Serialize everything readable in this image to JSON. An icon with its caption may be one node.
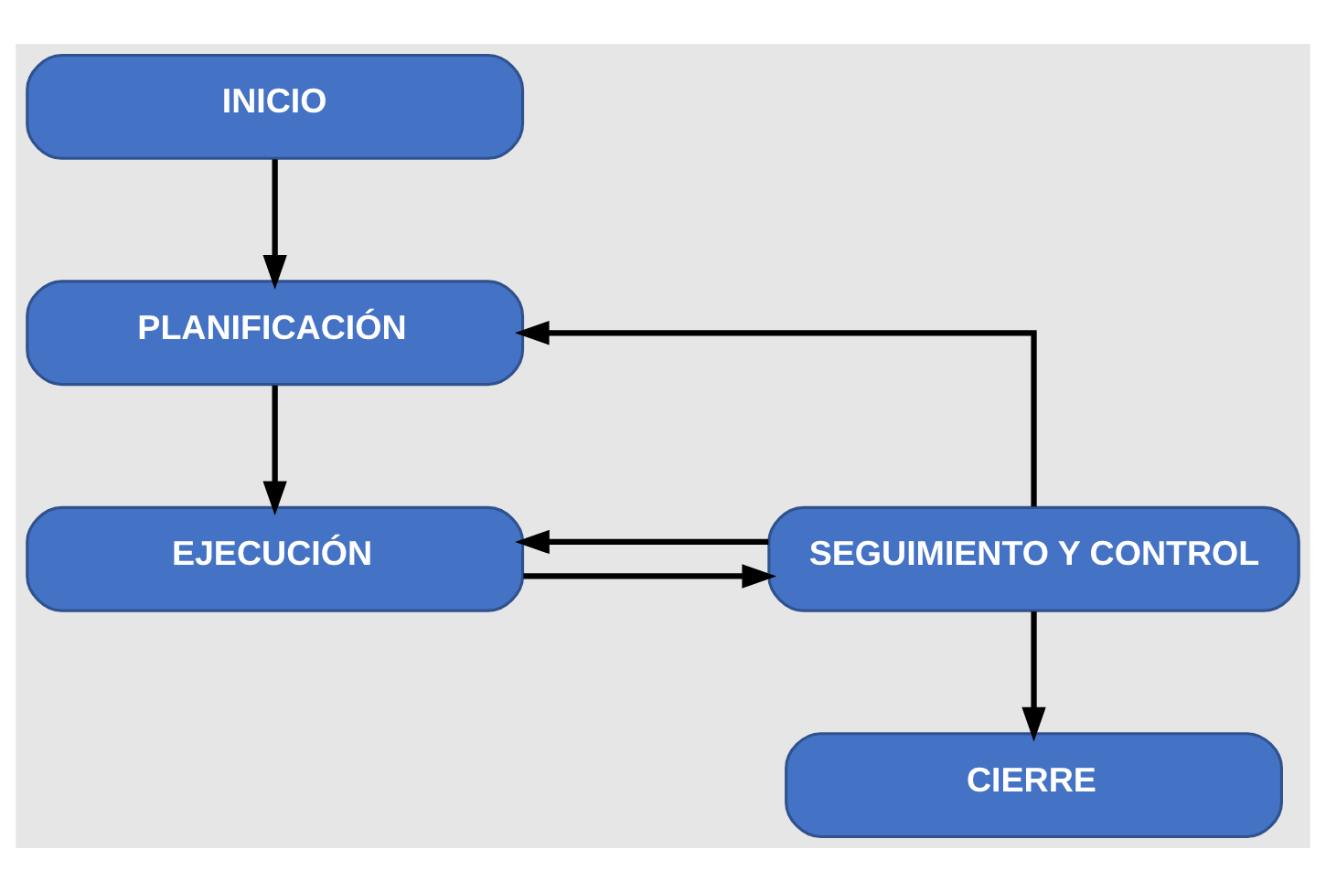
{
  "diagram": {
    "nodes": [
      {
        "text": [
          "INICIO"
        ]
      },
      {
        "text": [
          "PLANIFICACIÓN"
        ]
      },
      {
        "text": [
          "SEGUIMIENTO Y CONTROL"
        ]
      },
      {
        "text": [
          "EJECUCIÓN"
        ]
      },
      {
        "text": [
          "CIERRE"
        ]
      }
    ],
    "edges": [
      {
        "from": 0,
        "to": 1,
        "arrow": "to"
      },
      {
        "from": 1,
        "to": 3,
        "arrow": "to"
      },
      {
        "from": 2,
        "to": 1,
        "arrow": "to"
      },
      {
        "from": 2,
        "to": 3,
        "arrow": "to"
      },
      {
        "from": 3,
        "to": 2,
        "arrow": "to"
      },
      {
        "from": 2,
        "to": 4,
        "arrow": "to"
      }
    ]
  }
}
